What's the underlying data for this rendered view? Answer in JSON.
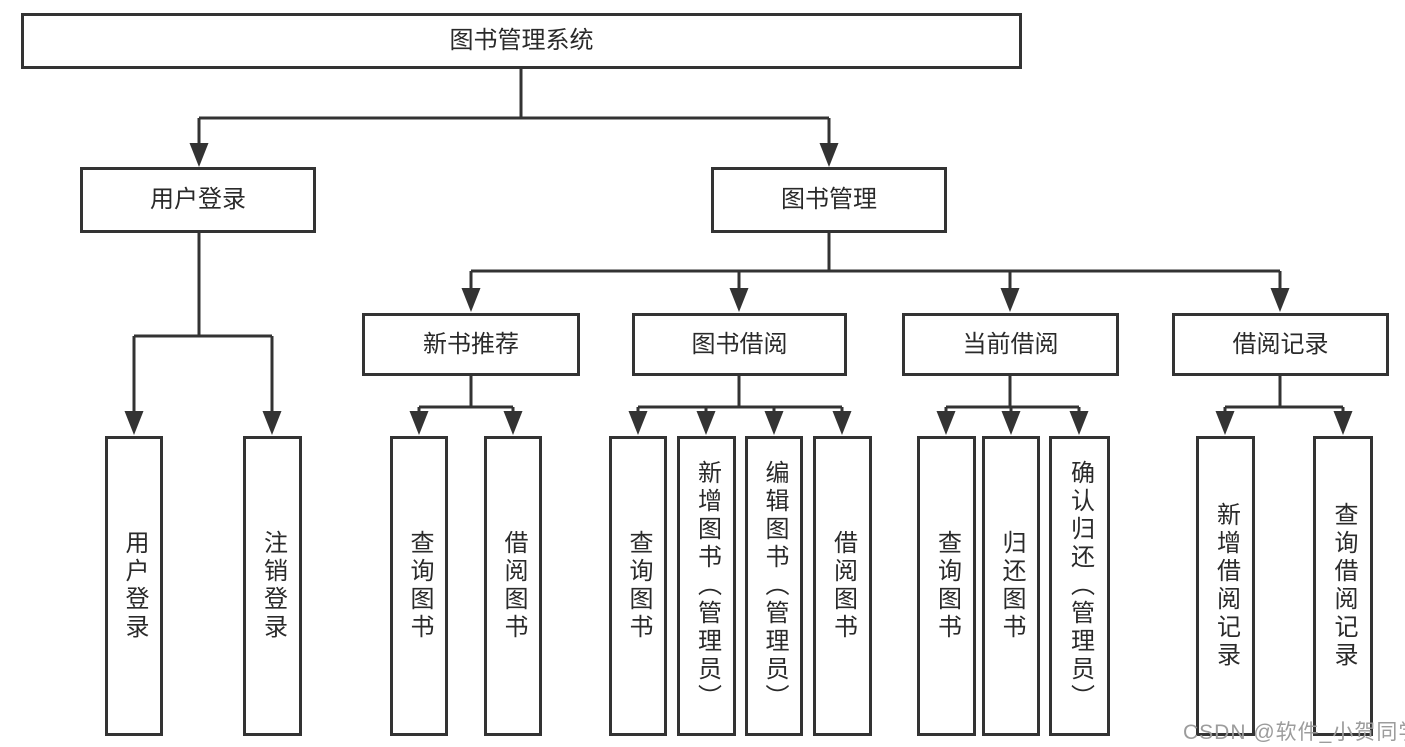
{
  "tree": {
    "root": "图书管理系统",
    "branches": [
      {
        "label": "用户登录",
        "children": [
          "用户登录",
          "注销登录"
        ]
      },
      {
        "label": "图书管理",
        "groups": [
          {
            "label": "新书推荐",
            "children": [
              "查询图书",
              "借阅图书"
            ]
          },
          {
            "label": "图书借阅",
            "children": [
              "查询图书",
              "新增图书（管理员）",
              "编辑图书（管理员）",
              "借阅图书"
            ]
          },
          {
            "label": "当前借阅",
            "children": [
              "查询图书",
              "归还图书",
              "确认归还（管理员）"
            ]
          },
          {
            "label": "借阅记录",
            "children": [
              "新增借阅记录",
              "查询借阅记录"
            ]
          }
        ]
      }
    ]
  },
  "watermark": {
    "text": "CSDN @软件_小贺同学"
  },
  "colors": {
    "line": "#333333",
    "text": "#2a2a2a",
    "box_background": "#ffffff",
    "page_background": "#ffffff",
    "watermark": "#9c9c9c"
  }
}
